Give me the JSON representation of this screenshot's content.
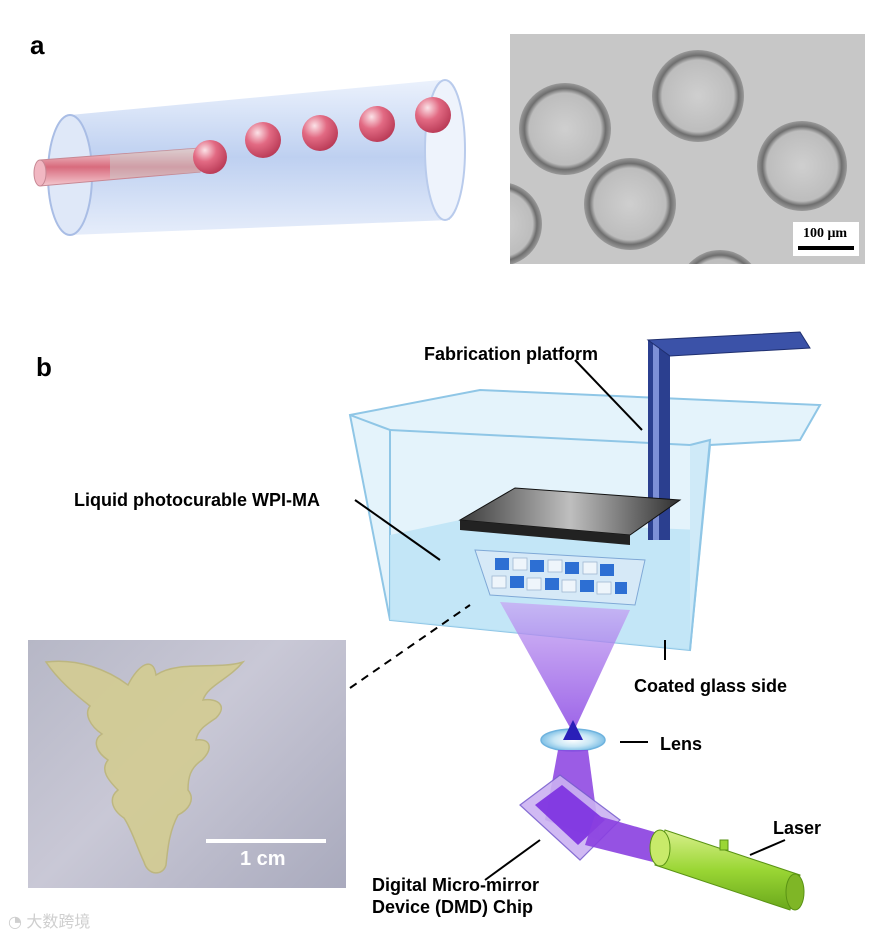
{
  "panel_a": {
    "letter": "a",
    "micrograph": {
      "scale_bar_label": "100 μm"
    }
  },
  "panel_b": {
    "letter": "b",
    "labels": {
      "fabrication_platform": "Fabrication platform",
      "liquid_resin": "Liquid photocurable WPI-MA",
      "coated_glass": "Coated glass side",
      "lens": "Lens",
      "laser": "Laser",
      "dmd_line1": "Digital Micro-mirror",
      "dmd_line2": "Device (DMD) Chip"
    },
    "photo": {
      "scale_bar_label": "1 cm"
    }
  },
  "watermark": {
    "text": "大数跨境"
  },
  "colors": {
    "tube_blue": "#b9cdf0",
    "droplet": "#d8546c",
    "resin_blue": "#bfe4f6",
    "platform_blue": "#2b3f8f",
    "beam_purple": "#8a3fe0",
    "laser_green": "#9ad634"
  }
}
